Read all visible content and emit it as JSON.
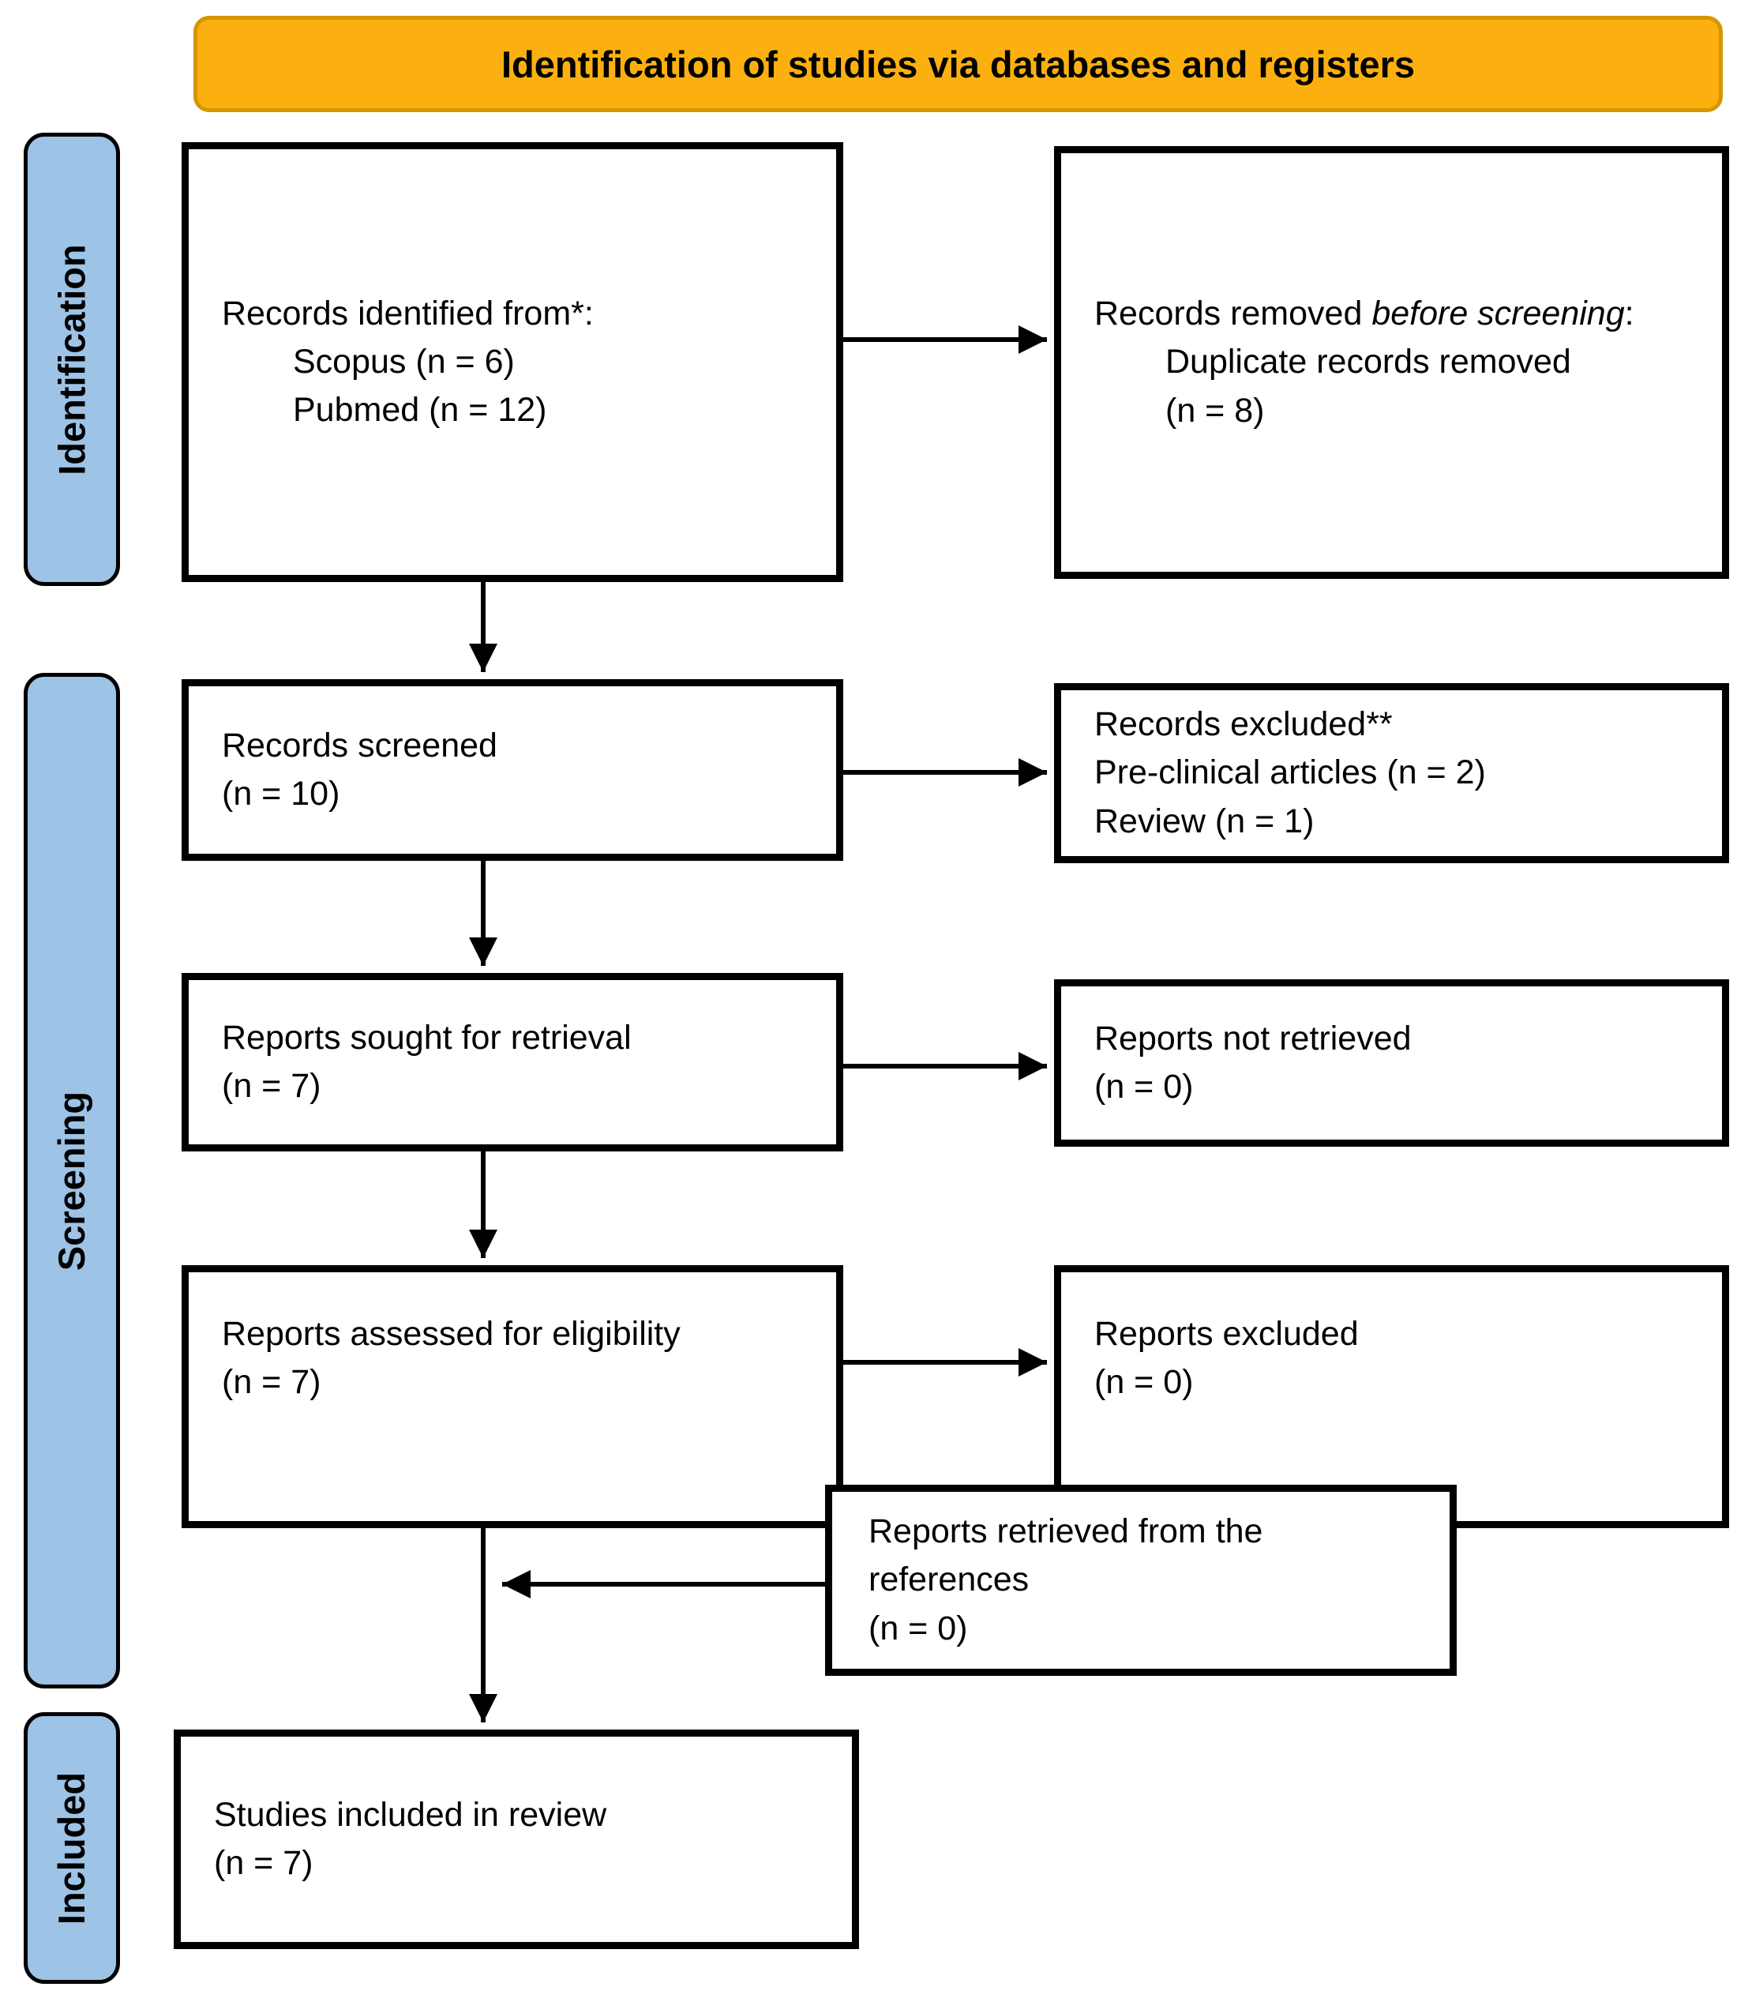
{
  "banner": {
    "title": "Identification of studies via databases and registers"
  },
  "colors": {
    "banner_fill": "#FCB00F",
    "banner_border": "#D79500",
    "stage_fill": "#9DC3E6",
    "box_border": "#000000",
    "arrow": "#000000"
  },
  "stages": [
    {
      "label": "Identification"
    },
    {
      "label": "Screening"
    },
    {
      "label": "Included"
    }
  ],
  "boxes": {
    "records_identified": {
      "lines": [
        "Records identified from*:",
        "Scopus (n = 6)",
        "Pubmed (n = 12)"
      ]
    },
    "records_removed": {
      "prefix": "Records removed ",
      "italic": "before screening",
      "suffix": ":",
      "lines": [
        "Duplicate records removed",
        "(n = 8)"
      ]
    },
    "records_screened": {
      "lines": [
        "Records screened",
        "(n = 10)"
      ]
    },
    "records_excluded": {
      "lines": [
        "Records excluded**",
        "Pre-clinical articles (n = 2)",
        "Review (n = 1)"
      ]
    },
    "reports_sought": {
      "lines": [
        "Reports sought for retrieval",
        "(n = 7)"
      ]
    },
    "reports_not_retrieved": {
      "lines": [
        "Reports not retrieved",
        "(n = 0)"
      ]
    },
    "reports_assessed": {
      "lines": [
        "Reports assessed for eligibility",
        "(n = 7)"
      ]
    },
    "reports_excluded": {
      "lines": [
        "Reports excluded",
        "(n = 0)"
      ]
    },
    "reports_references": {
      "lines": [
        "Reports retrieved from the",
        "references",
        "(n = 0)"
      ]
    },
    "studies_included": {
      "lines": [
        "Studies included in review",
        "(n = 7)"
      ]
    }
  }
}
